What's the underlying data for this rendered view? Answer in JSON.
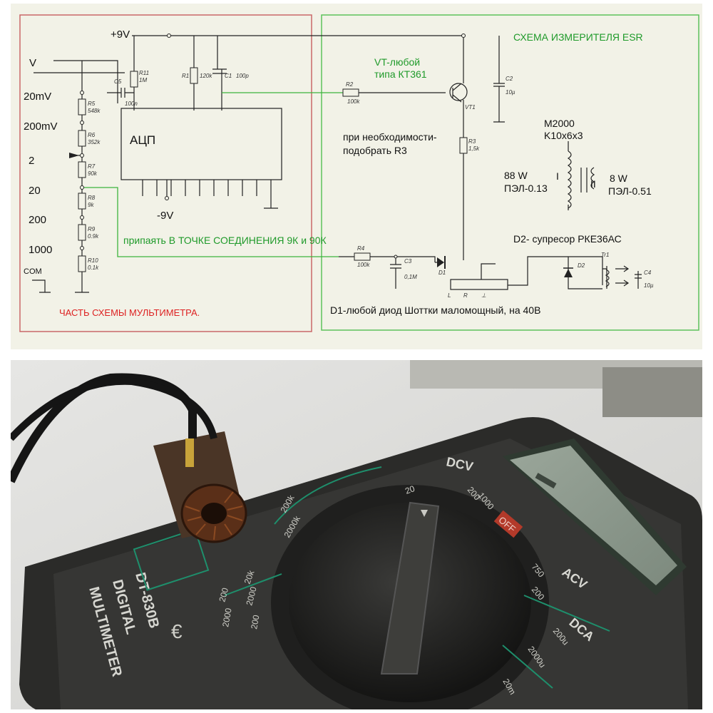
{
  "schematic": {
    "supply_plus": "+9V",
    "supply_minus": "-9V",
    "input_v": "V",
    "ranges": [
      "20mV",
      "200mV",
      "2",
      "20",
      "200",
      "1000"
    ],
    "com": "COM",
    "adc": "АЦП",
    "multimeter_part": "ЧАСТЬ СХЕМЫ МУЛЬТИМЕТРА.",
    "esr_title": "СХЕМА ИЗМЕРИТЕЛЯ ESR",
    "vt_note": [
      "VT-любой",
      "типа КТ361"
    ],
    "r3_note": [
      "при необходимости-",
      "подобрать R3"
    ],
    "solder_note": "припаять  В ТОЧКЕ СОЕДИНЕНИЯ  9К и 90К",
    "core": [
      "M2000",
      "K10x6x3"
    ],
    "winding1": [
      "88 W",
      "ПЭЛ-0.13"
    ],
    "winding2": [
      "8 W",
      "ПЭЛ-0.51"
    ],
    "winding1_roman": "I",
    "winding2_roman": "II",
    "d2_note": "D2- супресор РКЕ36АС",
    "d1_note": "D1-любой диод  Шоттки маломощный, на 40В",
    "transformer": "Tr1",
    "components": {
      "r5": {
        "name": "R5",
        "value": "548k"
      },
      "r6": {
        "name": "R6",
        "value": "352k"
      },
      "r7": {
        "name": "R7",
        "value": "90k"
      },
      "r8": {
        "name": "R8",
        "value": "9k"
      },
      "r9": {
        "name": "R9",
        "value": "0.9k"
      },
      "r10": {
        "name": "R10",
        "value": "0.1k"
      },
      "r11": {
        "name": "R11",
        "value": "1M"
      },
      "c5": {
        "name": "C5",
        "value": "100n"
      },
      "r1": {
        "name": "R1",
        "value": "120k"
      },
      "c1": {
        "name": "C1",
        "value": "100p"
      },
      "r2": {
        "name": "R2",
        "value": "100k"
      },
      "r3": {
        "name": "R3",
        "value": "1,5k"
      },
      "r4": {
        "name": "R4",
        "value": "100k"
      },
      "c2": {
        "name": "C2",
        "value": "10µ"
      },
      "c3": {
        "name": "C3",
        "value": "0,1M"
      },
      "c4": {
        "name": "C4",
        "value": "10µ"
      },
      "d1": "D1",
      "d2": "D2",
      "vt1": "VT1",
      "jack_pins": [
        "L",
        "R",
        "⊥"
      ]
    }
  },
  "photo": {
    "brand": [
      "DT-830B",
      "DIGITAL",
      "MULTIMETER"
    ],
    "dial_labels": {
      "dcv": "DCV",
      "acv": "ACV",
      "dca": "DCA",
      "off": "OFF",
      "dcv_1000": "1000",
      "dcv_200": "200",
      "dcv_20": "20",
      "acv_750": "750",
      "acv_200": "200",
      "dca_200u": "200u",
      "dca_2000u": "2000u",
      "dca_20m": "20m",
      "ohm_200": "200",
      "ohm_2000": "2000",
      "ohm_20k": "20k",
      "ohm_200k": "200k",
      "ohm_2000k": "2000k",
      "bottom_200": "200",
      "bottom_2000": "2000"
    },
    "colors": {
      "esr_frame": "#5cc15c",
      "multimeter_frame": "#c96868",
      "probe_trace": "#3cb43c",
      "case": "#2b2b29"
    }
  }
}
